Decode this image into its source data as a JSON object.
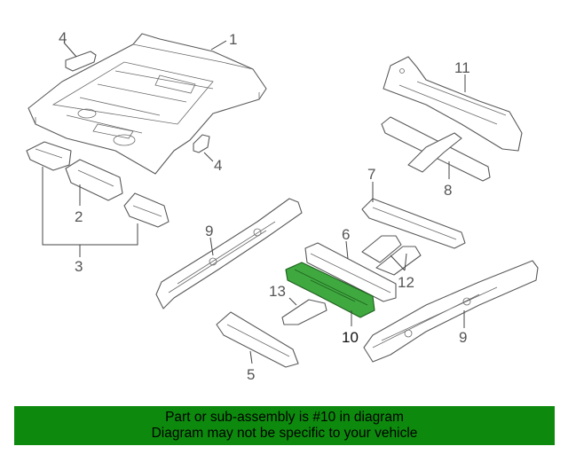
{
  "diagram": {
    "callouts": [
      "1",
      "2",
      "3",
      "4",
      "4",
      "5",
      "6",
      "7",
      "8",
      "9",
      "9",
      "10",
      "11",
      "12",
      "13"
    ],
    "highlighted_part": "10",
    "highlight_color": "#3fa93f"
  },
  "banner": {
    "line1": "Part or sub-assembly is #10 in diagram",
    "line2": "Diagram may not be specific to your vehicle",
    "background": "#0d8a0d"
  }
}
